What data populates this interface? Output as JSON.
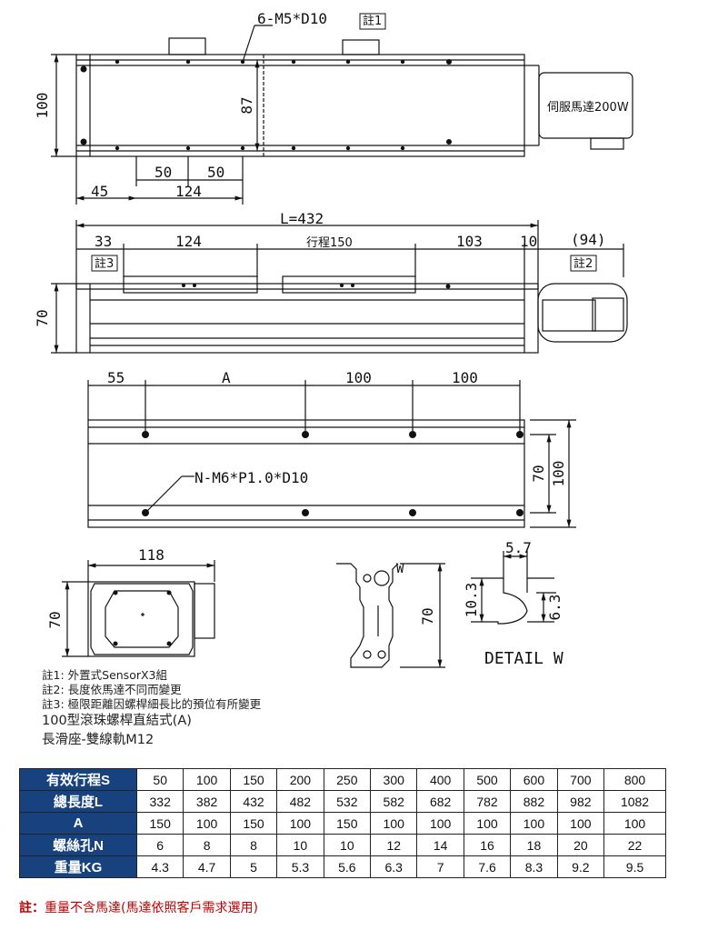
{
  "drawing": {
    "top_view": {
      "callout_holes": "6-M5*D10",
      "note1_tag": "註1",
      "height": "100",
      "inner": "87",
      "pitch_a": "50",
      "pitch_b": "50",
      "offset": "45",
      "span": "124",
      "motor_label": "伺服馬達200W"
    },
    "side_view": {
      "length": "L=432",
      "d1": "33",
      "d2": "124",
      "stroke": "行程150",
      "d3": "103",
      "d4": "10",
      "d5": "(94)",
      "note3_tag": "註3",
      "note2_tag": "註2",
      "height": "70"
    },
    "bottom_view": {
      "d1": "55",
      "d2": "A",
      "d3": "100",
      "d4": "100",
      "callout_holes": "N-M6*P1.0*D10",
      "inner": "70",
      "outer": "100"
    },
    "end_view": {
      "width": "118",
      "height": "70"
    },
    "profile_view": {
      "tag": "W",
      "height": "70"
    },
    "detail": {
      "top": "5.7",
      "height": "10.3",
      "inner": "6.3",
      "title": "DETAIL W"
    }
  },
  "notes": {
    "n1": "註1: 外置式SensorX3組",
    "n2": "註2: 長度依馬達不同而變更",
    "n3": "註3: 極限距離因螺桿細長比的預位有所變更",
    "title1": "100型滾珠螺桿直結式(A)",
    "title2": "長滑座-雙線軌M12"
  },
  "table": {
    "rows": [
      {
        "label": "有效行程S",
        "values": [
          "50",
          "100",
          "150",
          "200",
          "250",
          "300",
          "400",
          "500",
          "600",
          "700",
          "800"
        ]
      },
      {
        "label": "總長度L",
        "values": [
          "332",
          "382",
          "432",
          "482",
          "532",
          "582",
          "682",
          "782",
          "882",
          "982",
          "1082"
        ]
      },
      {
        "label": "A",
        "values": [
          "150",
          "100",
          "150",
          "100",
          "150",
          "100",
          "100",
          "100",
          "100",
          "100",
          "100"
        ]
      },
      {
        "label": "螺絲孔N",
        "values": [
          "6",
          "8",
          "8",
          "10",
          "10",
          "12",
          "14",
          "16",
          "18",
          "20",
          "22"
        ]
      },
      {
        "label": "重量KG",
        "values": [
          "4.3",
          "4.7",
          "5",
          "5.3",
          "5.6",
          "6.3",
          "7",
          "7.6",
          "8.3",
          "9.2",
          "9.5"
        ]
      }
    ],
    "header_color": "#17427e"
  },
  "footnote": {
    "label": "註：",
    "text": "重量不含馬達(馬達依照客戶需求選用)",
    "color": "#c00000"
  }
}
